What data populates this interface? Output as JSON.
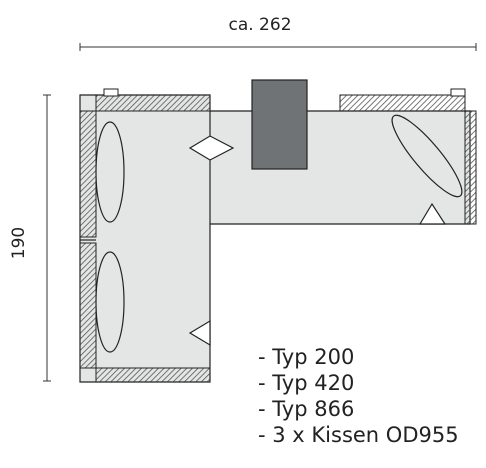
{
  "dimensions": {
    "width_label": "ca. 262",
    "height_label": "190"
  },
  "legend": {
    "items": [
      "- Typ 200",
      "- Typ 420",
      "- Typ 866",
      "- 3 x Kissen OD955"
    ]
  },
  "colors": {
    "seat_fill": "#e4e6e6",
    "cushion_block": "#707375",
    "outline": "#222222",
    "hatch": "#555555"
  }
}
